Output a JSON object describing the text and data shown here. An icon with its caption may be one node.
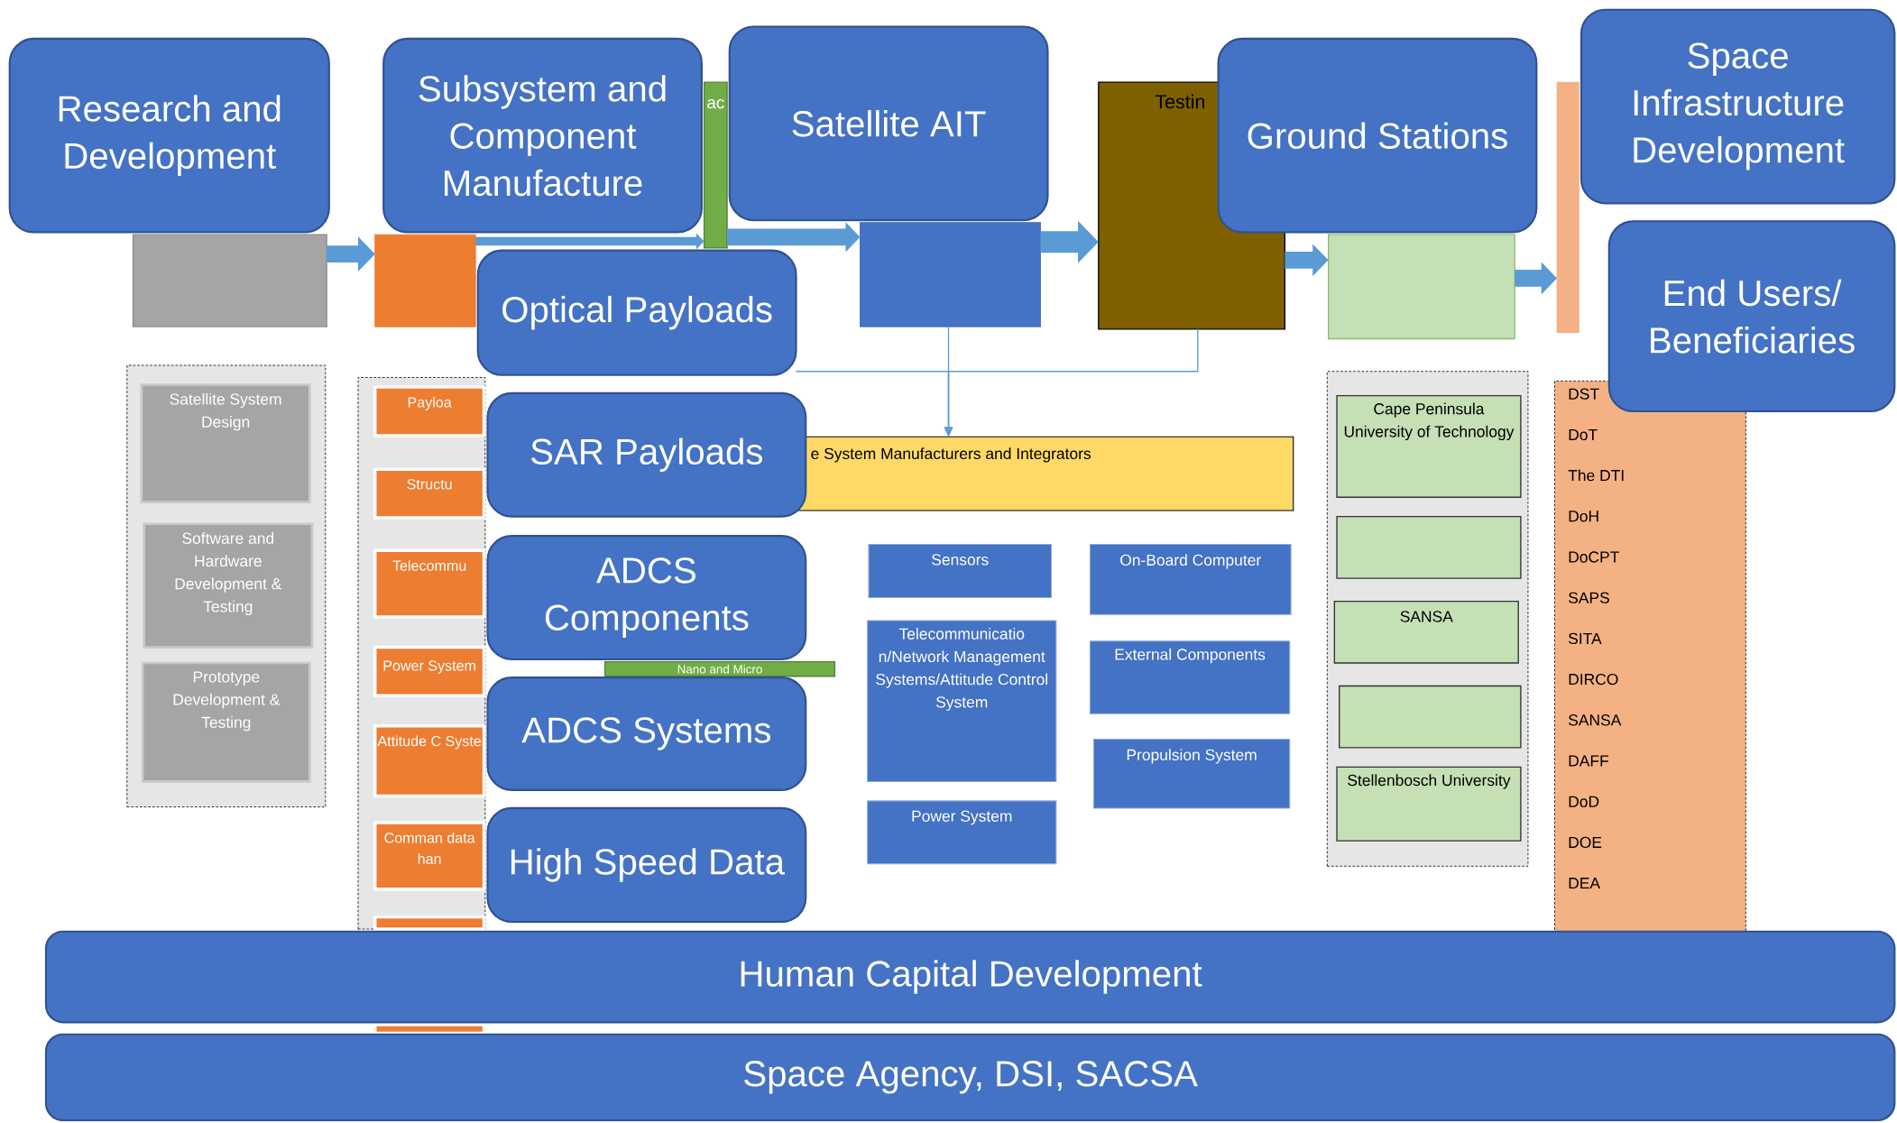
{
  "diagram": {
    "nodes": [
      {
        "text": [],
        "shape": "box"
      },
      {
        "text": [
          "Research and Development"
        ]
      },
      {
        "text": [],
        "shape": "box"
      },
      {
        "text": [
          "Subsystem and Component Manufacture"
        ]
      },
      {
        "text": [
          "ac"
        ]
      },
      {
        "text": [
          "Satellite AIT"
        ]
      },
      {
        "text": [],
        "shape": "box"
      },
      {
        "text": [
          "Testin"
        ]
      },
      {
        "text": [
          "Ground Stations"
        ]
      },
      {
        "text": [],
        "shape": "box"
      },
      {
        "text": [],
        "shape": "box"
      },
      {
        "text": [
          "Space Infrastructure Development"
        ]
      },
      {
        "text": [
          "End Users/ Beneficiaries"
        ]
      },
      {
        "text": [
          "Optical Payloads"
        ]
      },
      {
        "text": [],
        "shape": "box"
      },
      {
        "text": [
          "Satellite System Design"
        ],
        "in": 14
      },
      {
        "text": [
          "Software and Hardware Development & Testing"
        ],
        "in": 14
      },
      {
        "text": [
          "Prototype Development & Testing"
        ],
        "in": 14
      },
      {
        "text": [],
        "shape": "box"
      },
      {
        "text": [
          "Payloa"
        ],
        "in": 18
      },
      {
        "text": [
          "Structu"
        ],
        "in": 18
      },
      {
        "text": [
          "Telecommu"
        ],
        "in": 18
      },
      {
        "text": [
          "Power System"
        ],
        "in": 18
      },
      {
        "text": [
          "Attitude C Syste"
        ],
        "in": 18
      },
      {
        "text": [
          "Comman data han"
        ],
        "in": 18
      },
      {
        "text": [],
        "shape": "box",
        "in": 18
      },
      {
        "text": [],
        "shape": "box"
      },
      {
        "text": [
          "SAR Payloads"
        ]
      },
      {
        "text": [
          "e System Manufacturers and Integrators"
        ]
      },
      {
        "text": [
          "ADCS Components"
        ]
      },
      {
        "text": [
          "Nano and Micro"
        ]
      },
      {
        "text": [
          "ADCS Systems"
        ]
      },
      {
        "text": [
          "High Speed Data"
        ]
      },
      {
        "text": [
          "Sensors"
        ]
      },
      {
        "text": [
          "On-Board Computer"
        ]
      },
      {
        "text": [
          "Telecommunicatio n/Network Management Systems/Attitude Control System"
        ]
      },
      {
        "text": [
          "External Components"
        ]
      },
      {
        "text": [
          "Power System"
        ]
      },
      {
        "text": [
          "Propulsion System"
        ]
      },
      {
        "text": [],
        "shape": "box"
      },
      {
        "text": [
          "Cape Peninsula University of Technology"
        ],
        "in": 39
      },
      {
        "text": [],
        "shape": "box",
        "in": 39
      },
      {
        "text": [
          "SANSA"
        ],
        "in": 39
      },
      {
        "text": [],
        "shape": "box",
        "in": 39
      },
      {
        "text": [
          "Stellenbosch University"
        ],
        "in": 39
      },
      {
        "text": [
          "DST",
          "DoT",
          "The DTI",
          "DoH",
          "DoCPT",
          "SAPS",
          "SITA",
          "DIRCO",
          "SANSA",
          "DAFF",
          "DoD",
          "DOE",
          "DEA"
        ]
      },
      {
        "text": [
          "Human Capital Development"
        ]
      },
      {
        "text": [
          "Space Agency, DSI, SACSA"
        ]
      }
    ],
    "edges": [
      {
        "from": 0,
        "to": 2,
        "arrow": "to"
      },
      {
        "from": 2,
        "to": 4,
        "arrow": "to"
      },
      {
        "from": 4,
        "to": 6,
        "arrow": "to"
      },
      {
        "from": 6,
        "to": 7,
        "arrow": "to"
      },
      {
        "from": 7,
        "to": 9,
        "arrow": "to"
      },
      {
        "from": 9,
        "to": 10,
        "arrow": "to"
      },
      {
        "from": 6,
        "to": 28,
        "arrow": "to"
      },
      {
        "from": 7,
        "to": 28,
        "arrow": "to"
      },
      {
        "from": 13,
        "to": 28,
        "arrow": "to"
      }
    ]
  }
}
